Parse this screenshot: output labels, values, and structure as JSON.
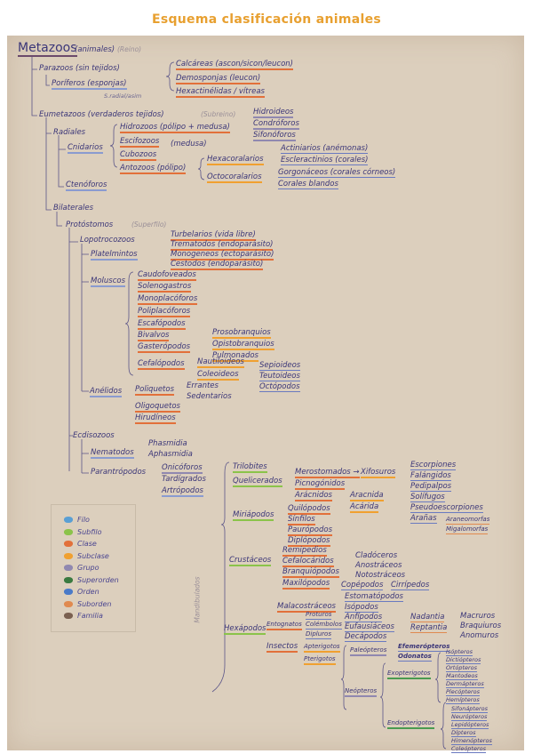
{
  "title": "Esquema clasificación animales",
  "nodes": [
    {
      "text": "Metazoos"
    },
    {
      "text": "(animales)"
    },
    {
      "text": "(Reino)"
    },
    {
      "text": "Parazoos (sin tejidos)"
    },
    {
      "text": "Poríferos (esponjas)",
      "rank": "filo"
    },
    {
      "text": "S.radial/asim"
    },
    {
      "text": "Calcáreas (ascon/sicon/leucon)",
      "rank": "clase"
    },
    {
      "text": "Demosponjas (leucon)",
      "rank": "clase"
    },
    {
      "text": "Hexactinélidas / vítreas",
      "rank": "clase"
    },
    {
      "text": "Eumetazoos (verdaderos tejidos)"
    },
    {
      "text": "(Subreino)"
    },
    {
      "text": "Hidroideos",
      "rank": "grupo"
    },
    {
      "text": "Condróforos",
      "rank": "grupo"
    },
    {
      "text": "Sifonóforos",
      "rank": "grupo"
    },
    {
      "text": "Radiales"
    },
    {
      "text": "Hidrozoos (pólipo + medusa)",
      "rank": "clase"
    },
    {
      "text": "Cnidarios",
      "rank": "filo"
    },
    {
      "text": "Escifozoos",
      "rank": "clase"
    },
    {
      "text": "(medusa)"
    },
    {
      "text": "Cubozoos",
      "rank": "clase"
    },
    {
      "text": "Antozoos (pólipo)",
      "rank": "clase"
    },
    {
      "text": "Hexacoralarios",
      "rank": "subclase"
    },
    {
      "text": "Actiniarios (anémonas)",
      "rank": "orden"
    },
    {
      "text": "Escleractinios (corales)",
      "rank": "orden"
    },
    {
      "text": "Octocoralarios",
      "rank": "subclase"
    },
    {
      "text": "Gorgonáceos (corales córneos)",
      "rank": "orden"
    },
    {
      "text": "Corales blandos",
      "rank": "orden"
    },
    {
      "text": "Ctenóforos",
      "rank": "filo"
    },
    {
      "text": "Bilaterales"
    },
    {
      "text": "Protóstomos"
    },
    {
      "text": "(Superfilo)"
    },
    {
      "text": "Lopotrocozoos"
    },
    {
      "text": "Platelmintos",
      "rank": "filo"
    },
    {
      "text": "Turbelarios (vida libre)",
      "rank": "clase"
    },
    {
      "text": "Trematodos (endoparásito)",
      "rank": "clase"
    },
    {
      "text": "Monogeneos (ectoparásito)",
      "rank": "clase"
    },
    {
      "text": "Cestodos (endoparásito)",
      "rank": "clase"
    },
    {
      "text": "Moluscos",
      "rank": "filo"
    },
    {
      "text": "Caudofoveados",
      "rank": "clase"
    },
    {
      "text": "Solenogastros",
      "rank": "clase"
    },
    {
      "text": "Monoplacóforos",
      "rank": "clase"
    },
    {
      "text": "Poliplacóforos",
      "rank": "clase"
    },
    {
      "text": "Escafópodos",
      "rank": "clase"
    },
    {
      "text": "Bivalvos",
      "rank": "clase"
    },
    {
      "text": "Gasterópodos",
      "rank": "clase"
    },
    {
      "text": "Prosobranquios",
      "rank": "subclase"
    },
    {
      "text": "Opistobranquios",
      "rank": "subclase"
    },
    {
      "text": "Pulmonados",
      "rank": "subclase"
    },
    {
      "text": "Cefalópodos",
      "rank": "clase"
    },
    {
      "text": "Nautiloideos",
      "rank": "subclase"
    },
    {
      "text": "Coleoideos",
      "rank": "subclase"
    },
    {
      "text": "Sepioideos",
      "rank": "orden"
    },
    {
      "text": "Teutoideos",
      "rank": "orden"
    },
    {
      "text": "Octópodos",
      "rank": "orden"
    },
    {
      "text": "Anélidos",
      "rank": "filo"
    },
    {
      "text": "Poliquetos",
      "rank": "clase"
    },
    {
      "text": "Errantes"
    },
    {
      "text": "Sedentarios"
    },
    {
      "text": "Oligoquetos",
      "rank": "clase"
    },
    {
      "text": "Hirudíneos",
      "rank": "clase"
    },
    {
      "text": "Ecdisozoos"
    },
    {
      "text": "Nematodos",
      "rank": "filo"
    },
    {
      "text": "Phasmidia"
    },
    {
      "text": "Aphasmidia"
    },
    {
      "text": "Parantrópodos"
    },
    {
      "text": "Onicóforos",
      "rank": "grupo"
    },
    {
      "text": "Tardígrados",
      "rank": "grupo"
    },
    {
      "text": "Artrópodos",
      "rank": "filo"
    },
    {
      "text": "Trilobites",
      "rank": "subfilo"
    },
    {
      "text": "Quelicerados",
      "rank": "subfilo"
    },
    {
      "text": "Merostomados →",
      "rank": "clase"
    },
    {
      "text": "Xifosuros",
      "rank": "subclase"
    },
    {
      "text": "Picnogónidos",
      "rank": "clase"
    },
    {
      "text": "Arácnidos",
      "rank": "clase"
    },
    {
      "text": "Aracnida",
      "rank": "subclase"
    },
    {
      "text": "Acárida",
      "rank": "subclase"
    },
    {
      "text": "Escorpiones",
      "rank": "orden"
    },
    {
      "text": "Falángidos",
      "rank": "orden"
    },
    {
      "text": "Pedipalpos",
      "rank": "orden"
    },
    {
      "text": "Solífugos",
      "rank": "orden"
    },
    {
      "text": "Pseudoescorpiones",
      "rank": "orden"
    },
    {
      "text": "Arañas",
      "rank": "orden"
    },
    {
      "text": "Araneomorfas",
      "rank": "suborden"
    },
    {
      "text": "Migalomorfas",
      "rank": "suborden"
    },
    {
      "text": "Miriápodos",
      "rank": "subfilo"
    },
    {
      "text": "Quilópodos",
      "rank": "clase"
    },
    {
      "text": "Sínfilos",
      "rank": "clase"
    },
    {
      "text": "Paurópodos",
      "rank": "clase"
    },
    {
      "text": "Diplópodos",
      "rank": "clase"
    },
    {
      "text": "Crustáceos",
      "rank": "subfilo"
    },
    {
      "text": "Remipedios",
      "rank": "clase"
    },
    {
      "text": "Cefalocáridos",
      "rank": "clase"
    },
    {
      "text": "Branquiópodos",
      "rank": "clase"
    },
    {
      "text": "Cladóceros",
      "rank": "orden"
    },
    {
      "text": "Anostráceos",
      "rank": "orden"
    },
    {
      "text": "Notostráceos",
      "rank": "orden"
    },
    {
      "text": "Maxilópodos",
      "rank": "clase"
    },
    {
      "text": "Copépodos",
      "rank": "orden"
    },
    {
      "text": "Cirrípedos",
      "rank": "orden"
    },
    {
      "text": "Malacostráceos",
      "rank": "clase"
    },
    {
      "text": "Estomatópodos",
      "rank": "orden"
    },
    {
      "text": "Isópodos",
      "rank": "orden"
    },
    {
      "text": "Anfípodos",
      "rank": "orden"
    },
    {
      "text": "Eufausiáceos",
      "rank": "orden"
    },
    {
      "text": "Decápodos",
      "rank": "orden"
    },
    {
      "text": "Nadantia",
      "rank": "suborden"
    },
    {
      "text": "Reptantia",
      "rank": "suborden"
    },
    {
      "text": "Macruros"
    },
    {
      "text": "Braquiuros"
    },
    {
      "text": "Anomuros"
    },
    {
      "text": "Hexápodos",
      "rank": "subfilo"
    },
    {
      "text": "Entognatos",
      "rank": "clase"
    },
    {
      "text": "Proturos",
      "rank": "orden"
    },
    {
      "text": "Colémbolos",
      "rank": "orden"
    },
    {
      "text": "Dipluros",
      "rank": "orden"
    },
    {
      "text": "Insectos",
      "rank": "clase"
    },
    {
      "text": "Apterigotos",
      "rank": "subclase"
    },
    {
      "text": "Pterigotos",
      "rank": "subclase"
    },
    {
      "text": "Paleópteros",
      "rank": "grupo"
    },
    {
      "text": "Efemerópteros",
      "rank": "orden"
    },
    {
      "text": "Odonatos",
      "rank": "orden"
    },
    {
      "text": "Neópteros",
      "rank": "grupo"
    },
    {
      "text": "Exopterigotos",
      "rank": "superorden"
    },
    {
      "text": "Endopterigotos",
      "rank": "superorden"
    },
    {
      "text": "Isópteros",
      "rank": "orden"
    },
    {
      "text": "Dictiópteros",
      "rank": "orden"
    },
    {
      "text": "Ortópteros",
      "rank": "orden"
    },
    {
      "text": "Mantodeos",
      "rank": "orden"
    },
    {
      "text": "Dermápteros",
      "rank": "orden"
    },
    {
      "text": "Plecópteros",
      "rank": "orden"
    },
    {
      "text": "Hemípteros",
      "rank": "orden"
    },
    {
      "text": "Sifonápteros",
      "rank": "orden"
    },
    {
      "text": "Neurópteros",
      "rank": "orden"
    },
    {
      "text": "Lepidópteros",
      "rank": "orden"
    },
    {
      "text": "Dípteros",
      "rank": "orden"
    },
    {
      "text": "Himenópteros",
      "rank": "orden"
    },
    {
      "text": "Coleópteros",
      "rank": "orden"
    },
    {
      "text": "Mandibulados"
    }
  ],
  "legend": [
    {
      "label": "Filo",
      "color": "#5a9fd4"
    },
    {
      "label": "Subfilo",
      "color": "#8bc34a"
    },
    {
      "label": "Clase",
      "color": "#e2703a"
    },
    {
      "label": "Subclase",
      "color": "#f0a030"
    },
    {
      "label": "Grupo",
      "color": "#9088b0"
    },
    {
      "label": "Superorden",
      "color": "#3a7a40"
    },
    {
      "label": "Orden",
      "color": "#4a7ac8"
    },
    {
      "label": "Suborden",
      "color": "#e08a50"
    },
    {
      "label": "Familia",
      "color": "#7a6050"
    }
  ]
}
